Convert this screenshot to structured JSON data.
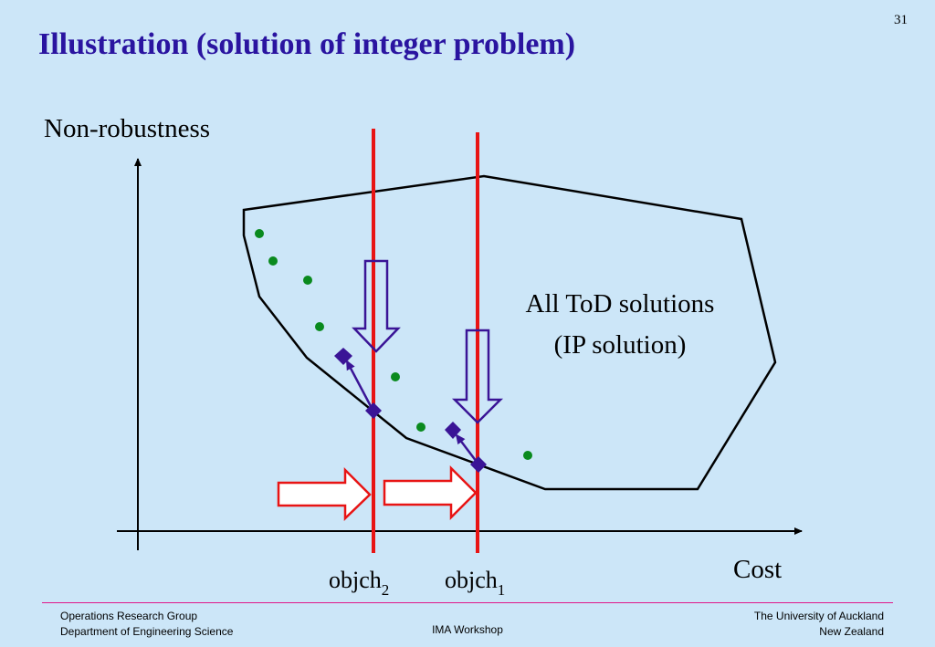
{
  "slide": {
    "number": "31",
    "title": "Illustration (solution of integer problem)"
  },
  "diagram": {
    "y_axis_label": "Non-robustness",
    "x_axis_label": "Cost",
    "region_label_line1": "All ToD solutions",
    "region_label_line2": "(IP solution)",
    "objch2_base": "objch",
    "objch2_sub": "2",
    "objch1_base": "objch",
    "objch1_sub": "1",
    "colors": {
      "constraint_line": "#e81414",
      "diamond": "#3a1496",
      "dot": "#0a8a1e",
      "arrow_outline": "#3a1496",
      "shift_arrow": "#e81414"
    }
  },
  "footer": {
    "left_line1": "Operations Research Group",
    "left_line2": "Department of Engineering Science",
    "center": "IMA Workshop",
    "right_line1": "The University of Auckland",
    "right_line2": "New Zealand"
  }
}
